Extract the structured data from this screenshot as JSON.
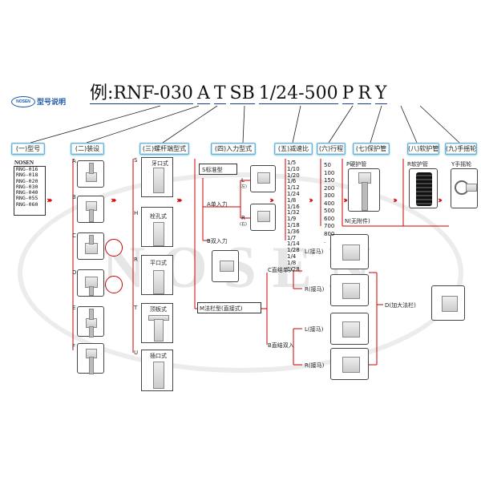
{
  "header": {
    "logo_text": "NOSEN",
    "title": "型号说明",
    "example_segments": [
      "例:RNF-030",
      "A",
      "T",
      "SB",
      "1/24-500",
      "P",
      "R",
      "Y"
    ]
  },
  "watermark": "NOSEN",
  "sections": [
    {
      "label": "(一)型号"
    },
    {
      "label": "(二)装设"
    },
    {
      "label": "(三)螺杆端型式"
    },
    {
      "label": "(四)入力型式"
    },
    {
      "label": "(五)减速比"
    },
    {
      "label": "(六)行程"
    },
    {
      "label": "(七)保护管"
    },
    {
      "label": "(八)软护管"
    },
    {
      "label": "(九)手摇轮"
    }
  ],
  "models": {
    "brand": "NOSEN",
    "items": [
      "RNG-016",
      "RNG-018",
      "RNG-020",
      "RNG-030",
      "RNG-040",
      "RNG-055",
      "RNG-060"
    ]
  },
  "mounting": [
    "A",
    "B",
    "C",
    "D",
    "E",
    "F"
  ],
  "screw_ends": [
    {
      "code": "S",
      "name": "牙口式"
    },
    {
      "code": "H",
      "name": "栓孔式"
    },
    {
      "code": "R",
      "name": "平口式"
    },
    {
      "code": "T",
      "name": "顶板式"
    },
    {
      "code": "U",
      "name": "插口式"
    }
  ],
  "input": {
    "s_label": "S标准型",
    "a_label": "A单入力",
    "l_label": "L",
    "l_sub": "(左)",
    "r_label": "R",
    "r_sub": "(右)",
    "b_label": "B双入力",
    "m_label": "M法栏型(直接式)",
    "c_label": "C直结单入",
    "b2_label": "B直结双入",
    "l_moto": "L(接马)",
    "r_moto": "R(接马)",
    "d_label": "D(加大法栏)"
  },
  "ratios": [
    "1/5",
    "1/10",
    "1/20",
    "1/6",
    "1/12",
    "1/24",
    "1/8",
    "1/16",
    "1/32",
    "1/9",
    "1/18",
    "1/36",
    "1/7",
    "1/14",
    "1/28",
    "1/4",
    "1/8",
    "1/28"
  ],
  "strokes": [
    "50",
    "100",
    "150",
    "200",
    "300",
    "400",
    "500",
    "600",
    "700",
    "800",
    "."
  ],
  "protect": {
    "p_label": "P硬护管",
    "n_label": "N(无附件)"
  },
  "soft": {
    "r_label": "R软护管"
  },
  "hand": {
    "y_label": "Y手摇轮"
  }
}
